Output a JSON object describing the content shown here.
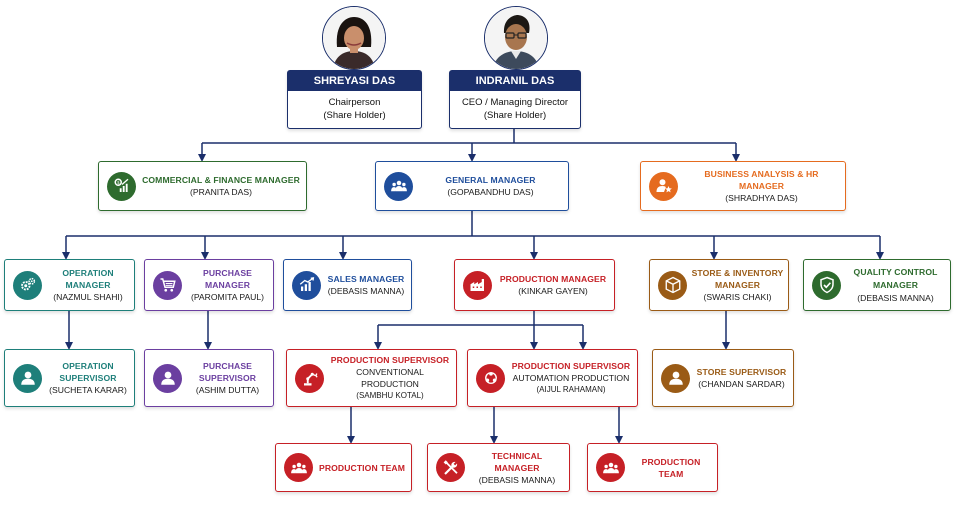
{
  "colors": {
    "navy": "#1b2f6b",
    "green": "#2e6b2e",
    "blue": "#1f4e9c",
    "orange": "#e56b1f",
    "teal": "#1e7f7a",
    "purple": "#6b3fa0",
    "red": "#c62026",
    "brown": "#9a5b16"
  },
  "executives": [
    {
      "name": "SHREYASI DAS",
      "role": "Chairperson",
      "note": "(Share Holder)",
      "photo": "woman-portrait"
    },
    {
      "name": "INDRANIL DAS",
      "role": "CEO / Managing Director",
      "note": "(Share Holder)",
      "photo": "man-portrait"
    }
  ],
  "managers": [
    {
      "title": "COMMERCIAL & FINANCE MANAGER",
      "person": "(PRANITA DAS)",
      "icon": "finance-chart-icon"
    },
    {
      "title": "GENERAL MANAGER",
      "person": "(GOPABANDHU DAS)",
      "icon": "people-group-icon"
    },
    {
      "title": "BUSINESS ANALYSIS & HR MANAGER",
      "person": "(SHRADHYA DAS)",
      "icon": "person-star-icon"
    }
  ],
  "departments": [
    {
      "title": "OPERATION MANAGER",
      "person": "(NAZMUL SHAHI)",
      "icon": "gears-icon"
    },
    {
      "title": "PURCHASE MANAGER",
      "person": "(PAROMITA PAUL)",
      "icon": "cart-icon"
    },
    {
      "title": "SALES MANAGER",
      "person": "(DEBASIS MANNA)",
      "icon": "growth-chart-icon"
    },
    {
      "title": "PRODUCTION MANAGER",
      "person": "(KINKAR GAYEN)",
      "icon": "factory-icon"
    },
    {
      "title": "STORE & INVENTORY MANAGER",
      "person": "(SWARIS CHAKI)",
      "icon": "box-icon"
    },
    {
      "title": "QUALITY CONTROL MANAGER",
      "person": "(DEBASIS MANNA)",
      "icon": "shield-check-icon"
    }
  ],
  "supervisors": [
    {
      "title": "OPERATION SUPERVISOR",
      "person": "(SUCHETA KARAR)",
      "icon": "person-icon"
    },
    {
      "title": "PURCHASE SUPERVISOR",
      "person": "(ASHIM DUTTA)",
      "icon": "person-icon"
    },
    {
      "title": "PRODUCTION SUPERVISOR",
      "line2": "CONVENTIONAL PRODUCTION",
      "person": "(SAMBHU KOTAL)",
      "icon": "robot-arm-icon"
    },
    {
      "title": "PRODUCTION SUPERVISOR",
      "line2": "AUTOMATION PRODUCTION",
      "person": "(AIJUL RAHAMAN)",
      "icon": "automation-gears-icon"
    },
    {
      "title": "STORE SUPERVISOR",
      "person": "(CHANDAN SARDAR)",
      "icon": "person-icon"
    }
  ],
  "teams": [
    {
      "title": "PRODUCTION TEAM",
      "icon": "people-group-icon"
    },
    {
      "title": "TECHNICAL MANAGER",
      "person": "(DEBASIS MANNA)",
      "icon": "tools-icon"
    },
    {
      "title": "PRODUCTION TEAM",
      "icon": "people-group-icon"
    }
  ]
}
